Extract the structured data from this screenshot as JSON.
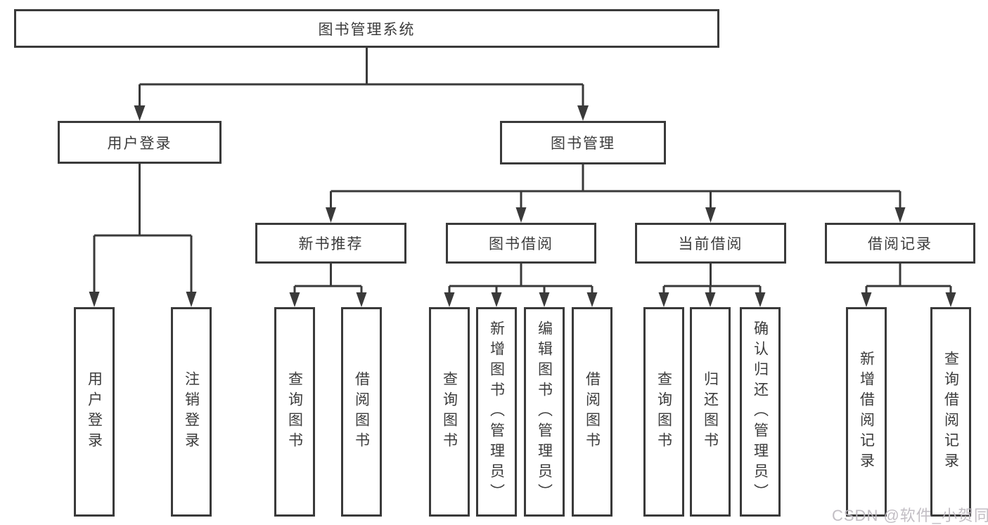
{
  "colors": {
    "line": "#3a3a3a",
    "border": "#3a3a3a",
    "text": "#3c3c3c",
    "background": "#ffffff",
    "watermark": "#bdb9bf"
  },
  "tree": {
    "label": "图书管理系统",
    "children": [
      {
        "label": "用户登录",
        "children": [
          {
            "label": "用户登录"
          },
          {
            "label": "注销登录"
          }
        ]
      },
      {
        "label": "图书管理",
        "children": [
          {
            "label": "新书推荐",
            "children": [
              {
                "label": "查询图书"
              },
              {
                "label": "借阅图书"
              }
            ]
          },
          {
            "label": "图书借阅",
            "children": [
              {
                "label": "查询图书"
              },
              {
                "label": "新增图书（管理员）"
              },
              {
                "label": "编辑图书（管理员）"
              },
              {
                "label": "借阅图书"
              }
            ]
          },
          {
            "label": "当前借阅",
            "children": [
              {
                "label": "查询图书"
              },
              {
                "label": "归还图书"
              },
              {
                "label": "确认归还（管理员）"
              }
            ]
          },
          {
            "label": "借阅记录",
            "children": [
              {
                "label": "新增借阅记录"
              },
              {
                "label": "查询借阅记录"
              }
            ]
          }
        ]
      }
    ]
  },
  "watermark": {
    "text": "CSDN @软件_小贺同学"
  }
}
